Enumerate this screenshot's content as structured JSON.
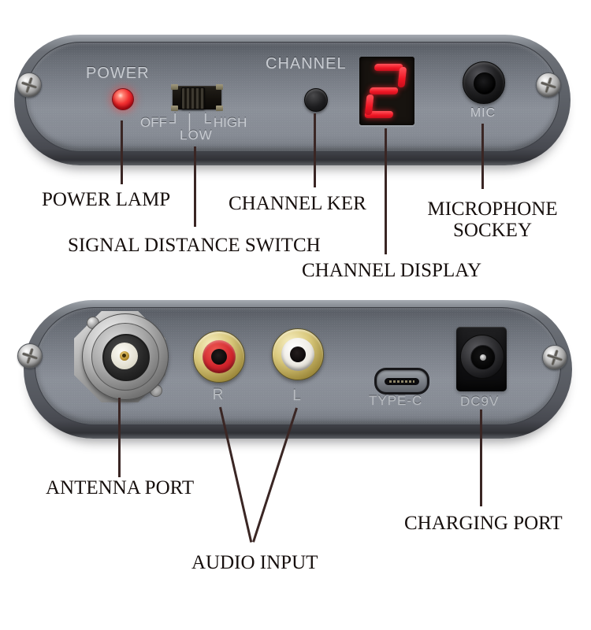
{
  "front_panel": {
    "power_label": "POWER",
    "switch_off": "OFF",
    "switch_low": "LOW",
    "switch_high": "HIGH",
    "switch_marks": [
      "┘",
      "│",
      "└"
    ],
    "channel_label": "CHANNEL",
    "channel_display_value": "2",
    "mic_label": "MIC"
  },
  "rear_panel": {
    "rca_right_label": "R",
    "rca_left_label": "L",
    "typec_label": "TYPE-C",
    "dc_label": "DC9V"
  },
  "callouts": {
    "power_lamp": "POWER LAMP",
    "channel_key": "CHANNEL KER",
    "microphone_socket_line1": "MICROPHONE",
    "microphone_socket_line2": "SOCKEY",
    "signal_distance_switch": "SIGNAL DISTANCE SWITCH",
    "channel_display": "CHANNEL DISPLAY",
    "antenna_port": "ANTENNA PORT",
    "audio_input": "AUDIO INPUT",
    "charging_port": "CHARGING PORT"
  },
  "colors": {
    "led_red": "#e8232f",
    "display_red": "#ef1624",
    "rca_red": "#d0242c",
    "rca_white": "#edeae2",
    "rca_gold": "#cdb96a",
    "panel_face": "#85898f",
    "engraved_text": "#c8ccd2",
    "callout_text": "#160f0d",
    "leader_line": "#3a2624"
  }
}
